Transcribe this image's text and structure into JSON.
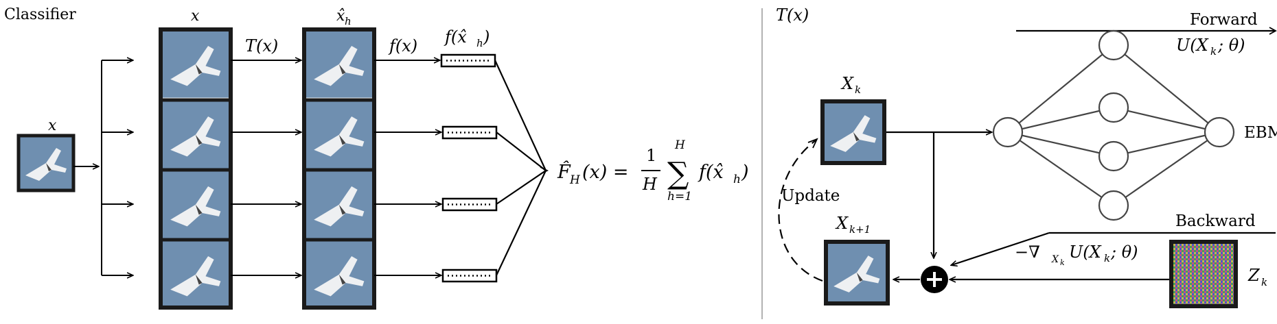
{
  "left_panel": {
    "title": "Classifier",
    "input_label": "x",
    "column_x_label": "x",
    "column_xh_label": "x̂",
    "column_xh_sub": "h",
    "transform_label": "T(x)",
    "fx_label": "f(x)",
    "fxh_label": "f(x̂",
    "fxh_sub": "h",
    "fxh_close": ")",
    "formula": {
      "lhs": "F̂",
      "lhs_sub": "H",
      "lhs_arg": "(x) =",
      "frac_num": "1",
      "frac_den": "H",
      "sum_top": "H",
      "sum_bottom": "h=1",
      "sum_symbol": "∑",
      "term": "f(x̂",
      "term_sub": "h",
      "term_close": ")"
    }
  },
  "right_panel": {
    "title": "T(x)",
    "forward_label": "Forward",
    "forward_energy": "U(X",
    "forward_energy_sub": "k",
    "forward_energy_rest": "; θ)",
    "xk_label": "X",
    "xk_sub": "k",
    "xk1_label": "X",
    "xk1_sub": "k+1",
    "update_label": "Update",
    "ebm_label": "EBM",
    "backward_label": "Backward",
    "gradient_label": "−∇",
    "gradient_sub": "X",
    "gradient_sub2": "k",
    "gradient_rest": "U(X",
    "gradient_rest_sub": "k",
    "gradient_rest_end": "; θ)",
    "zk_label": "Z",
    "zk_sub": "k",
    "plus_symbol": "+"
  },
  "colors": {
    "frame": "#1a1a1a",
    "sky": "#6f8fb0",
    "plus_fill": "#000000"
  }
}
